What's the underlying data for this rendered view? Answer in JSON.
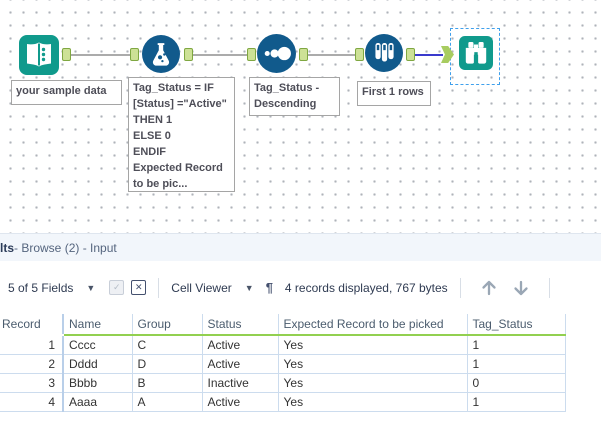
{
  "workflow": {
    "annotations": {
      "input": "your sample data",
      "formula": "Tag_Status = IF\n[Status] =\"Active\"\nTHEN 1\nELSE 0\nENDIF\nExpected Record\nto be pic...",
      "sort": "Tag_Status -\nDescending",
      "sample": "First 1 rows"
    }
  },
  "results": {
    "title_bold": "lts",
    "title_rest": " - Browse (2) - Input",
    "toolbar": {
      "fields_dropdown": "5 of 5 Fields",
      "cell_viewer_dropdown": "Cell Viewer",
      "records_summary": "4 records displayed, 767 bytes",
      "check_icon": "✓",
      "x_icon": "✕",
      "pilcrow_icon": "¶"
    },
    "table": {
      "columns": [
        "Record",
        "Name",
        "Group",
        "Status",
        "Expected Record to be picked",
        "Tag_Status"
      ],
      "rows": [
        [
          "1",
          "Cccc",
          "C",
          "Active",
          "Yes",
          "1"
        ],
        [
          "2",
          "Dddd",
          "D",
          "Active",
          "Yes",
          "1"
        ],
        [
          "3",
          "Bbbb",
          "B",
          "Inactive",
          "Yes",
          "0"
        ],
        [
          "4",
          "Aaaa",
          "A",
          "Active",
          "Yes",
          "1"
        ]
      ]
    }
  },
  "colors": {
    "teal": "#109a8c",
    "tool_blue": "#115a8c",
    "anchor_green": "#cde196",
    "selection_blue": "#3fa0ec",
    "connection_gray": "#ababab",
    "connection_selected": "#3a3acc",
    "header_underline_green": "#92d050"
  }
}
